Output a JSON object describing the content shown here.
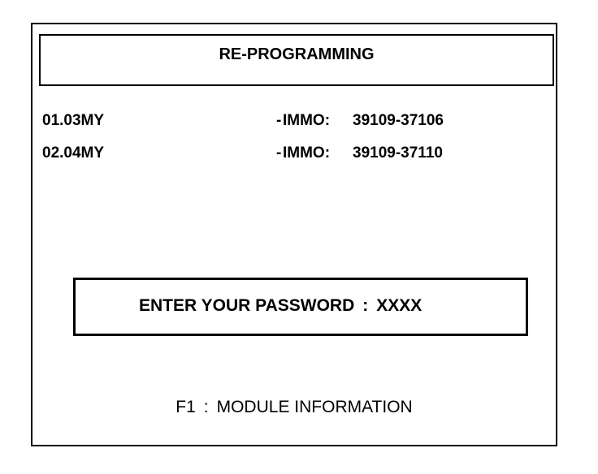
{
  "screen": {
    "title": "RE-PROGRAMMING",
    "rows": [
      {
        "model": "01.03MY",
        "dash": "-",
        "immo_label": "IMMO:",
        "immo_value": "39109-37106"
      },
      {
        "model": "02.04MY",
        "dash": "-",
        "immo_label": "IMMO:",
        "immo_value": "39109-37110"
      }
    ],
    "password": {
      "label": "ENTER YOUR PASSWORD",
      "separator": ":",
      "value": "XXXX"
    },
    "footer": {
      "key": "F1",
      "separator": ":",
      "label": "MODULE INFORMATION"
    }
  },
  "colors": {
    "background": "#ffffff",
    "foreground": "#000000"
  }
}
